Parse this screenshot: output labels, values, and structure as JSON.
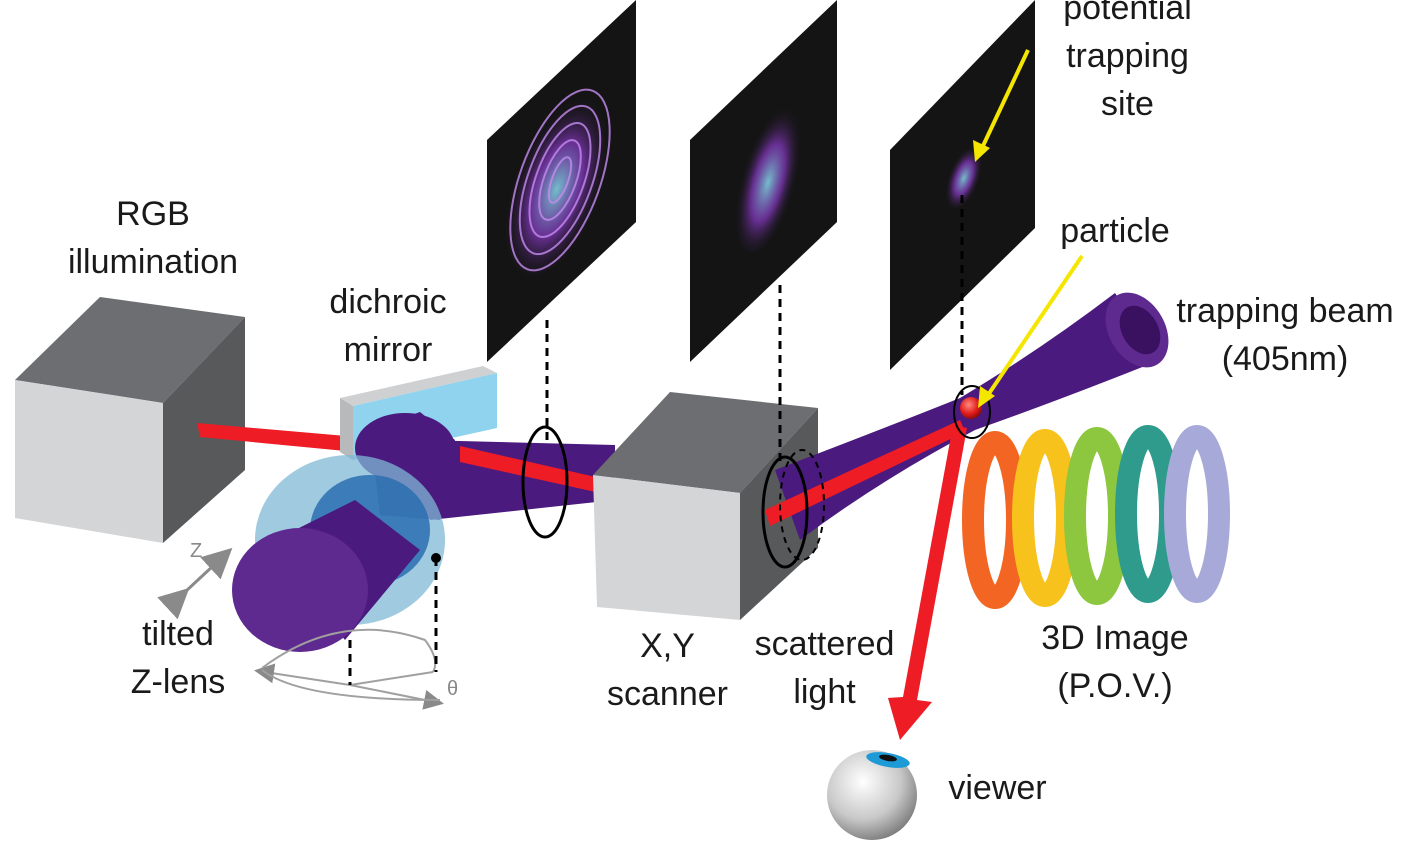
{
  "labels": {
    "rgb": [
      "RGB",
      "illumination"
    ],
    "dichroic": [
      "dichroic",
      "mirror"
    ],
    "potential": [
      "potential",
      "trapping",
      "site"
    ],
    "particle": "particle",
    "trapping_beam": [
      "trapping beam",
      "(405nm)"
    ],
    "tilted": [
      "tilted",
      "Z-lens"
    ],
    "xy": [
      "X,Y",
      "scanner"
    ],
    "scattered": [
      "scattered",
      "light"
    ],
    "image3d": [
      "3D Image",
      "(P.O.V.)"
    ],
    "viewer": "viewer",
    "z_axis": "Z",
    "theta": "θ"
  },
  "colors": {
    "beam_purple": "#4b1a7e",
    "laser_red": "#ee1c25",
    "box_face": "#d4d5d7",
    "box_top": "#6d6e71",
    "mirror": "#8fd3ee",
    "arrow_yellow": "#f5e600",
    "pov_rings": [
      "#f26522",
      "#f7c21c",
      "#8dc63f",
      "#2e9b8c",
      "#a7aad8"
    ]
  }
}
